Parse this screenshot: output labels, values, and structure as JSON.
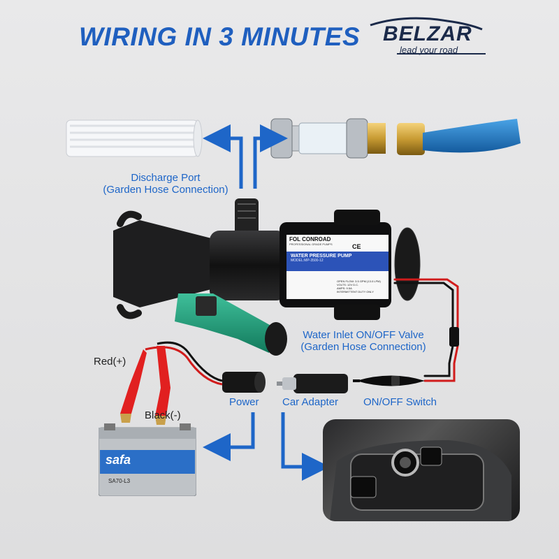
{
  "header": {
    "title": "WIRING IN 3 MINUTES"
  },
  "brand": {
    "name": "BELZAR",
    "tagline": "lead your road"
  },
  "labels": {
    "discharge_line1": "Discharge Port",
    "discharge_line2": "(Garden Hose Connection)",
    "inlet_line1": "Water Inlet ON/OFF Valve",
    "inlet_line2": "(Garden Hose Connection)",
    "red": "Red(+)",
    "black": "Black(-)",
    "power": "Power",
    "car_adapter": "Car Adapter",
    "switch": "ON/OFF Switch"
  },
  "pump_label": {
    "brand": "FOL CONROAD",
    "subtitle": "PROFESSIONAL GRADE PUMPS",
    "name": "WATER PRESSURE PUMP",
    "model": "MODEL:MP-3500-12",
    "ce": "CE",
    "open_flow": "OPEN FLOW: 3.5 GPM (13.0 LPM)",
    "volts": "VOLTS: 12V D.C.",
    "amps": "AMPS: 9.5A",
    "duty": "INTERMITTENT DUTY ONLY"
  },
  "battery": {
    "brand": "safa",
    "model": "SA70-L3"
  },
  "colors": {
    "accent": "#1e66c8",
    "title": "#1f5fbf",
    "wire_red": "#d11c1c",
    "wire_black": "#111111"
  }
}
